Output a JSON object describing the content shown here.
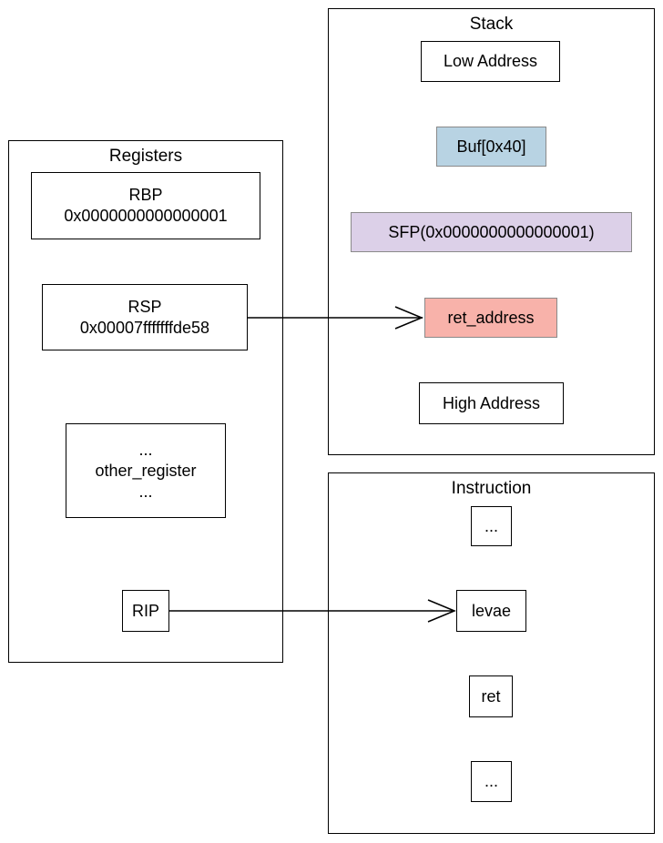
{
  "registers": {
    "title": "Registers",
    "rbp": {
      "name": "RBP",
      "value": "0x0000000000000001"
    },
    "rsp": {
      "name": "RSP",
      "value": "0x00007fffffffde58"
    },
    "other": {
      "line1": "...",
      "line2": "other_register",
      "line3": "..."
    },
    "rip": {
      "name": "RIP"
    }
  },
  "stack": {
    "title": "Stack",
    "items": [
      {
        "label": "Low Address",
        "color": "#ffffff"
      },
      {
        "label": "Buf[0x40]",
        "color": "#b8d3e3"
      },
      {
        "label": "SFP(0x0000000000000001)",
        "color": "#dcd0e8"
      },
      {
        "label": "ret_address",
        "color": "#f8b2aa"
      },
      {
        "label": "High Address",
        "color": "#ffffff"
      }
    ]
  },
  "instruction": {
    "title": "Instruction",
    "items": [
      {
        "label": "..."
      },
      {
        "label": "levae"
      },
      {
        "label": "ret"
      },
      {
        "label": "..."
      }
    ]
  },
  "arrows": [
    {
      "from": "rsp",
      "to": "ret_address"
    },
    {
      "from": "rip",
      "to": "levae"
    }
  ]
}
